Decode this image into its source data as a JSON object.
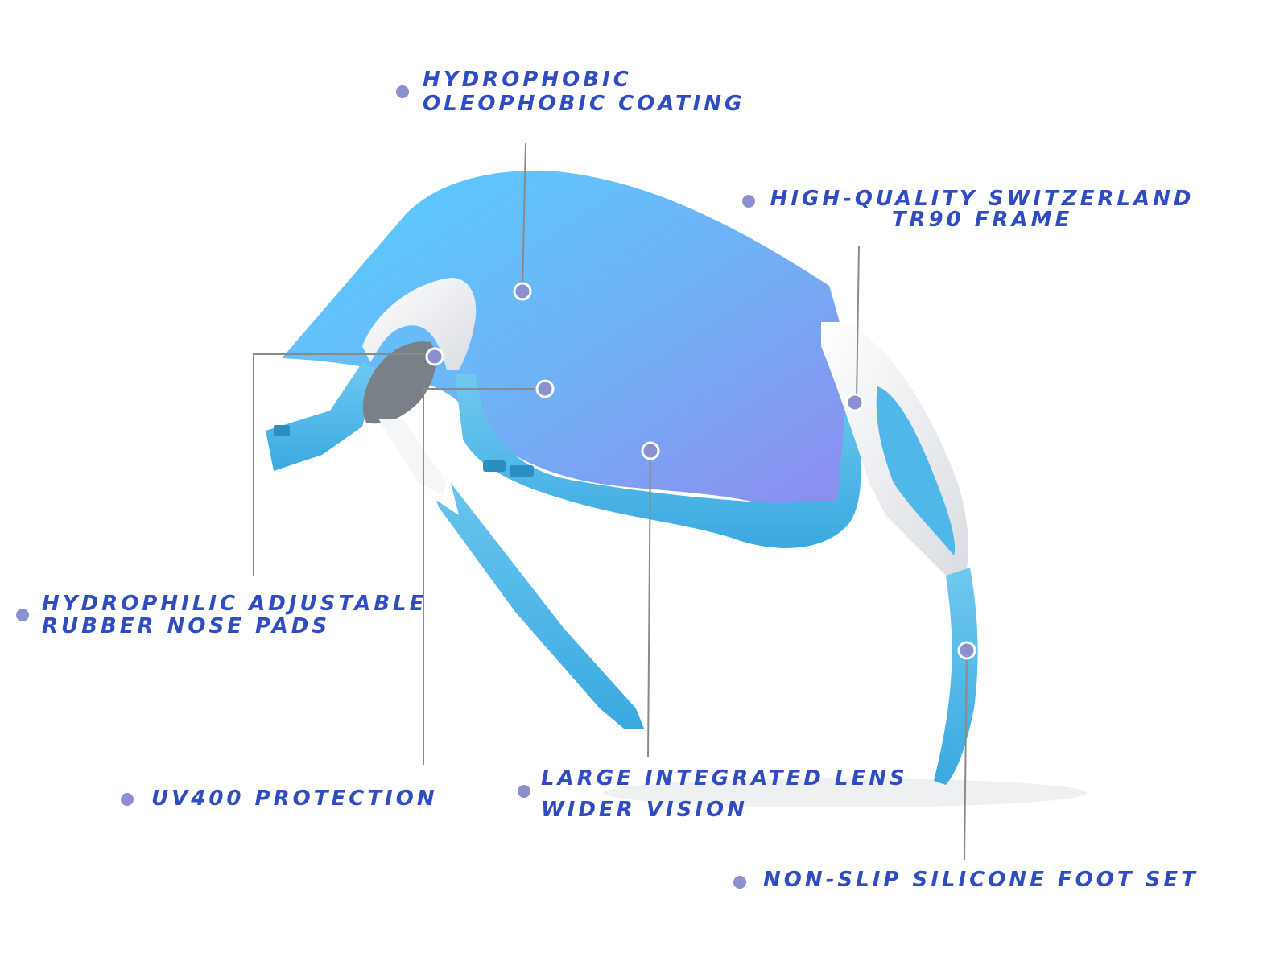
{
  "callouts": {
    "coating": {
      "line1": "HYDROPHOBIC",
      "line2": "OLEOPHOBIC COATING"
    },
    "frame": {
      "line1": "HIGH-QUALITY SWITZERLAND",
      "line2": "TR90 FRAME"
    },
    "nose_pads": {
      "line1": "HYDROPHILIC ADJUSTABLE",
      "line2": "RUBBER NOSE PADS"
    },
    "uv": {
      "line1": "UV400 PROTECTION"
    },
    "lens": {
      "line1": "LARGE INTEGRATED LENS",
      "line2": "WIDER VISION"
    },
    "foot": {
      "line1": "NON-SLIP SILICONE FOOT SET"
    }
  },
  "colors": {
    "label_text": "#2f4cc0",
    "bullet": "#8b91cf",
    "lens_top": "#55d0ff",
    "lens_bottom": "#8b8ff0",
    "frame_blue": "#4fb8e8",
    "frame_white": "#f1f3f5",
    "leader_line": "#8a8a8a"
  }
}
